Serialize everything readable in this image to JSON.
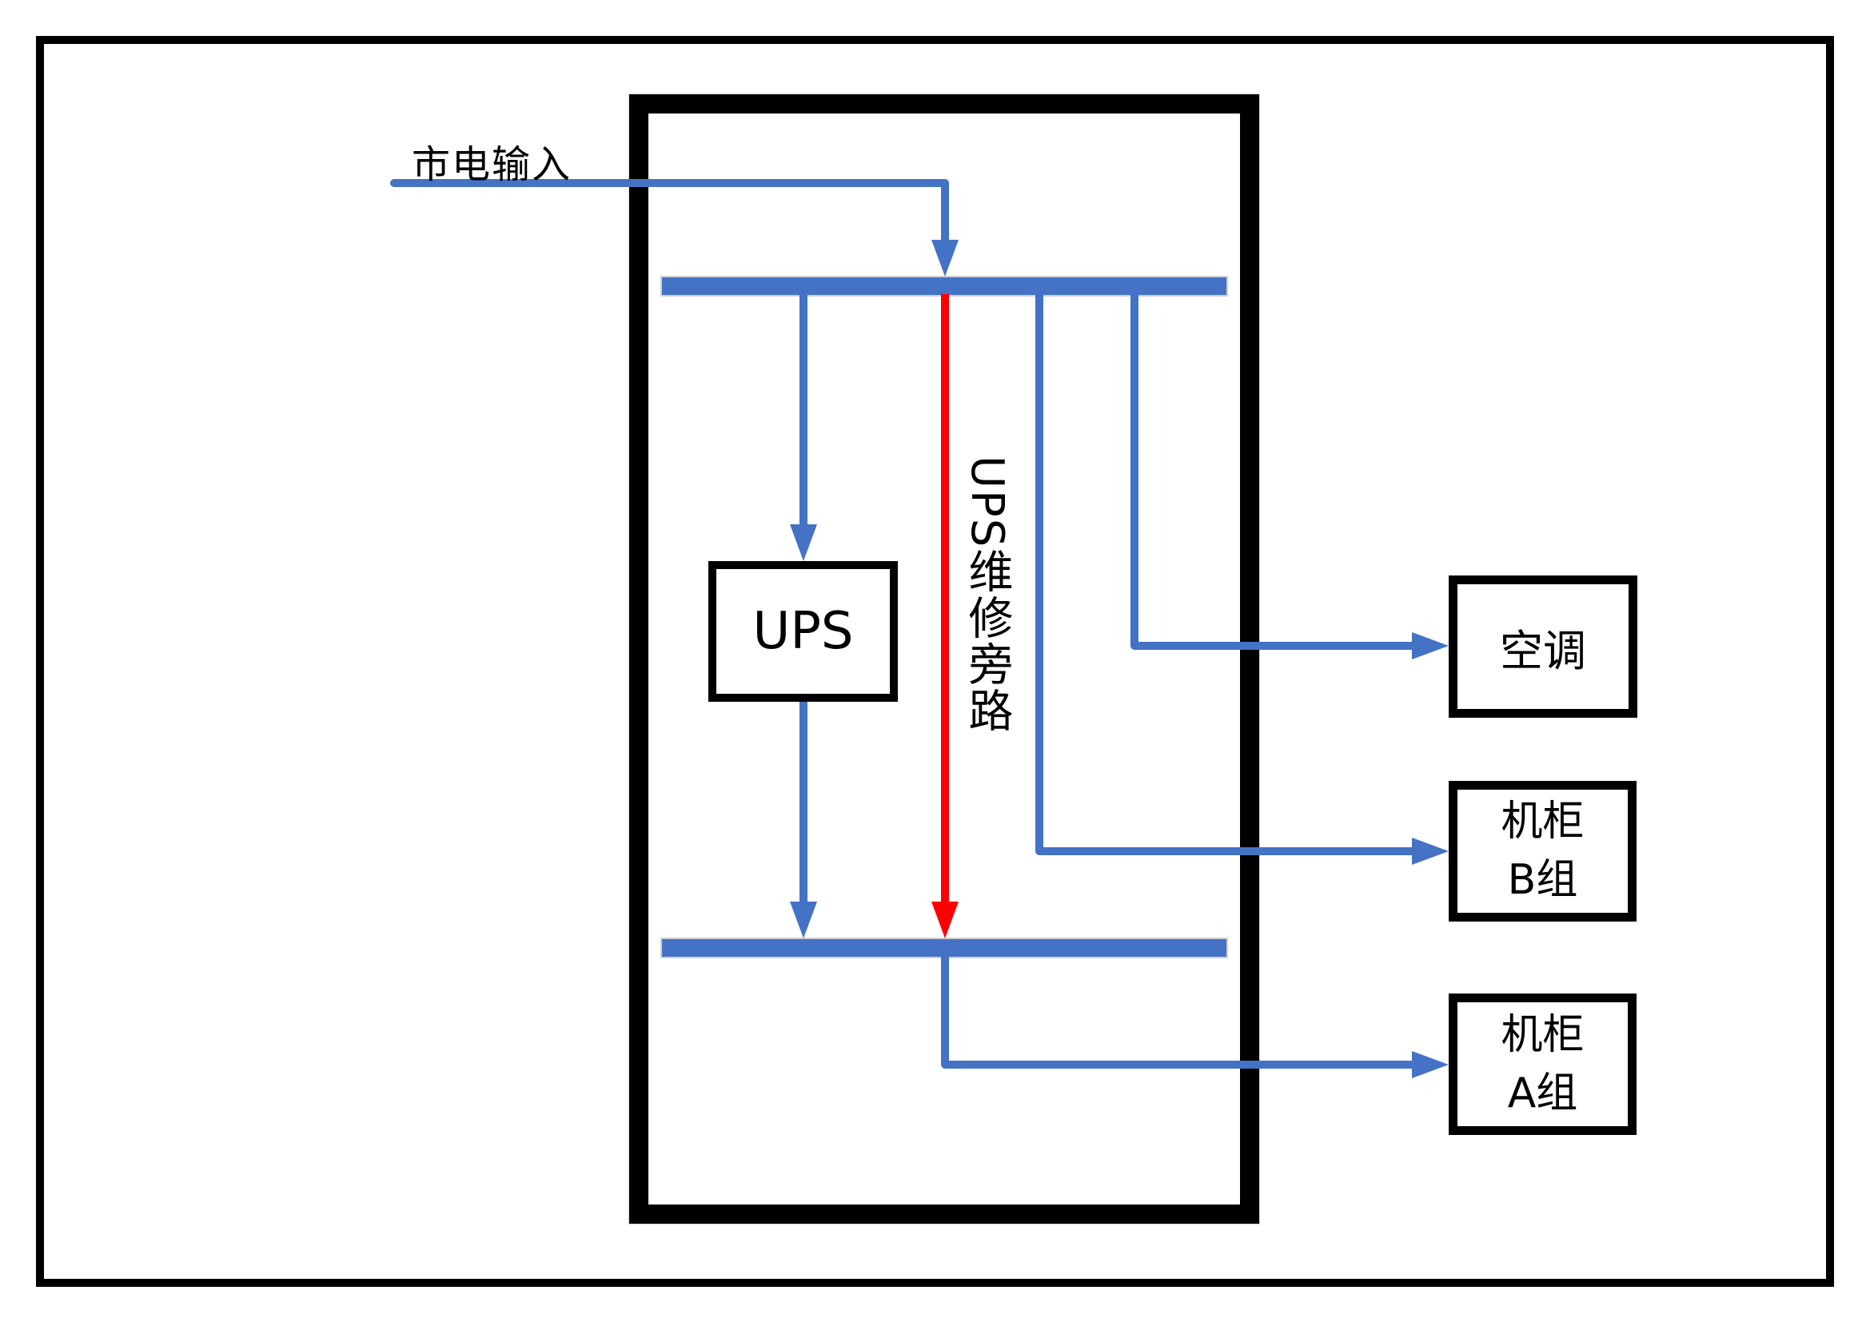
{
  "colors": {
    "line_blue": "#4472C4",
    "bypass_red": "#FF0000",
    "border_black": "#000000",
    "background": "#FFFFFF"
  },
  "labels": {
    "mains_input": "市电输入",
    "ups": "UPS",
    "bypass": "UPS维修旁路",
    "air_conditioner": "空调",
    "cabinet_b": [
      "机柜",
      "B组"
    ],
    "cabinet_a": [
      "机柜",
      "A组"
    ]
  }
}
